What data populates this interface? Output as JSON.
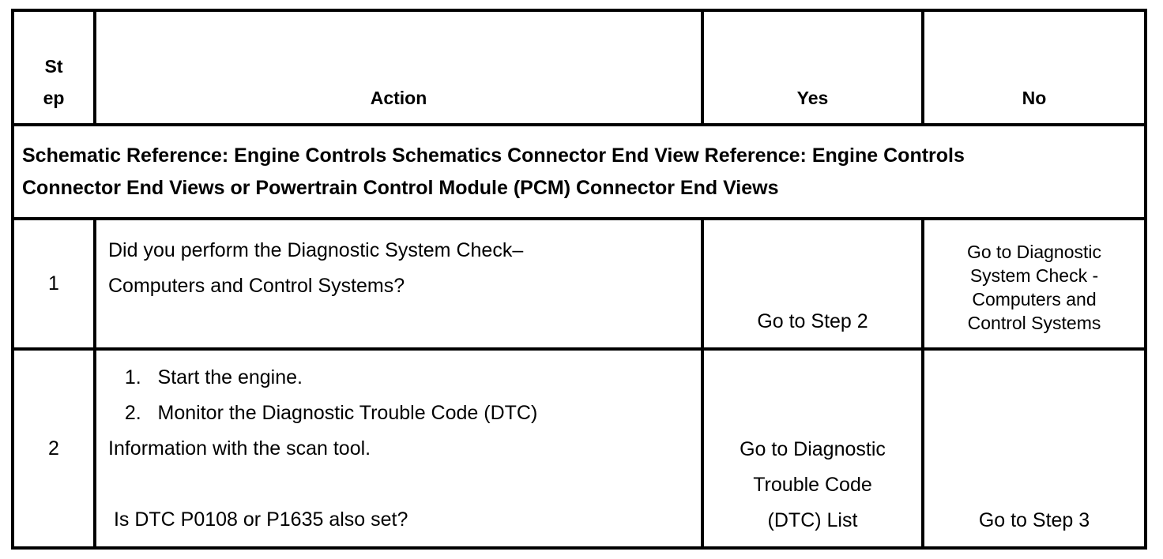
{
  "page": {
    "background_color": "#ffffff",
    "text_color": "#000000",
    "border_color": "#000000"
  },
  "table": {
    "header": {
      "step": "St\nep",
      "action": "Action",
      "yes": "Yes",
      "no": "No"
    },
    "schematic_note": "Schematic Reference: Engine Controls Schematics Connector End View Reference: Engine Controls\nConnector End Views or Powertrain Control Module (PCM) Connector End Views",
    "rows": [
      {
        "step": "1",
        "action": "Did you perform the Diagnostic System Check–\nComputers and Control Systems?",
        "yes": "Go to Step 2",
        "no": "Go to Diagnostic\nSystem Check -\nComputers and\nControl Systems"
      },
      {
        "step": "2",
        "action": "   1.   Start the engine.\n   2.   Monitor the Diagnostic Trouble Code (DTC)\nInformation with the scan tool.\n\n Is DTC P0108 or P1635 also set?",
        "yes": "Go to Diagnostic\nTrouble Code\n(DTC) List",
        "no": "Go to Step 3"
      }
    ]
  }
}
